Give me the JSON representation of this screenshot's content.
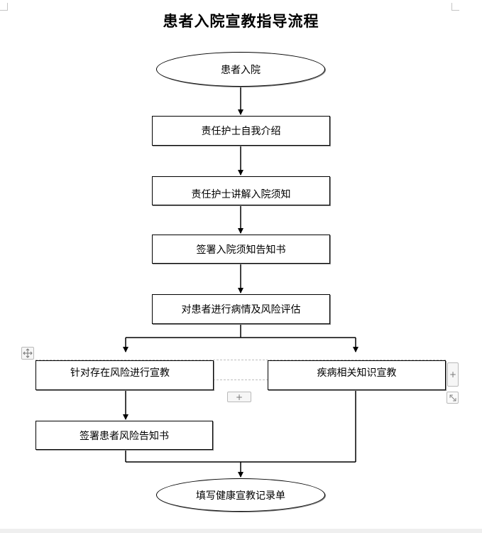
{
  "title": "患者入院宣教指导流程",
  "nodes": {
    "start": "患者入院",
    "intro": "责任护士自我介绍",
    "explain": "责任护士讲解入院须知",
    "sign_notice": "签署入院须知告知书",
    "assess": "对患者进行病情及风险评估",
    "risk_education": "针对存在风险进行宣教",
    "disease_education": "疾病相关知识宣教",
    "sign_risk": "签署患者风险告知书",
    "end": "填写健康宣教记录单"
  },
  "editor_controls": {
    "move_icon": "move-handle-icon",
    "add_row_icon": "plus-icon",
    "add_col_icon": "plus-icon",
    "resize_icon": "resize-diagonal-icon",
    "add_symbol": "+"
  }
}
